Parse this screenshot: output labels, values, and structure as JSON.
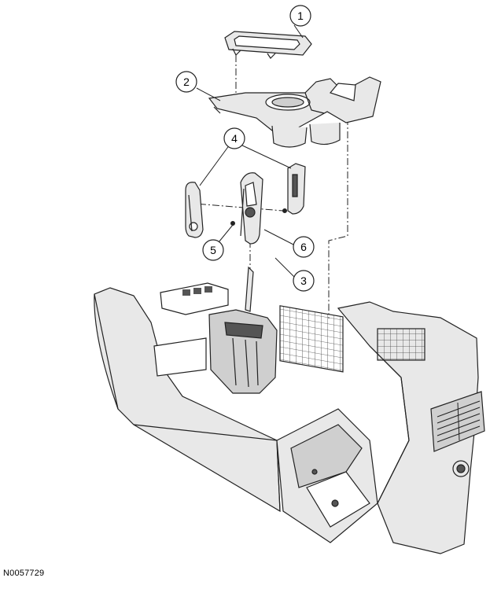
{
  "figure": {
    "id": "N0057729",
    "callouts": [
      "1",
      "2",
      "3",
      "4",
      "5",
      "6"
    ]
  },
  "colors": {
    "line": "#222222",
    "fill": "#e8e8e8",
    "shade": "#cfcfcf",
    "dark": "#555555"
  }
}
